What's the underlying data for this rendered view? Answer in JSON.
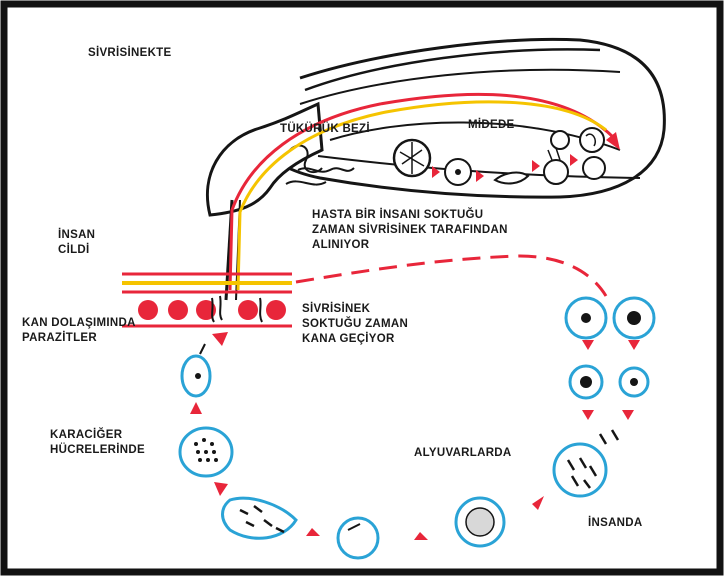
{
  "colors": {
    "frame": "#121212",
    "ink": "#151515",
    "red": "#e8263a",
    "yellow": "#f5c400",
    "cyan": "#2aa3d6",
    "pink": "#f46a8c",
    "paper": "#ffffff"
  },
  "labels": {
    "mosquito": "SİVRİSİNEKTE",
    "salivary_gland": "TÜKÜRÜK BEZİ",
    "stomach": "MİDEDE",
    "taken_up": {
      "line1": "HASTA BİR İNSANI SOKTUĞU",
      "line2": "ZAMAN SİVRİSİNEK TARAFINDAN",
      "line3": "ALINIYOR"
    },
    "human_skin": {
      "line1": "İNSAN",
      "line2": "CİLDİ"
    },
    "blood_parasites": {
      "line1": "KAN DOLAŞIMINDA",
      "line2": "PARAZİTLER"
    },
    "injected": {
      "line1": "SİVRİSİNEK",
      "line2": "SOKTUĞU ZAMAN",
      "line3": "KANA GEÇİYOR"
    },
    "liver": {
      "line1": "KARACİĞER",
      "line2": "HÜCRELERİNDE"
    },
    "red_cells": "ALYUVARLARDA",
    "in_human": "İNSANDA"
  }
}
